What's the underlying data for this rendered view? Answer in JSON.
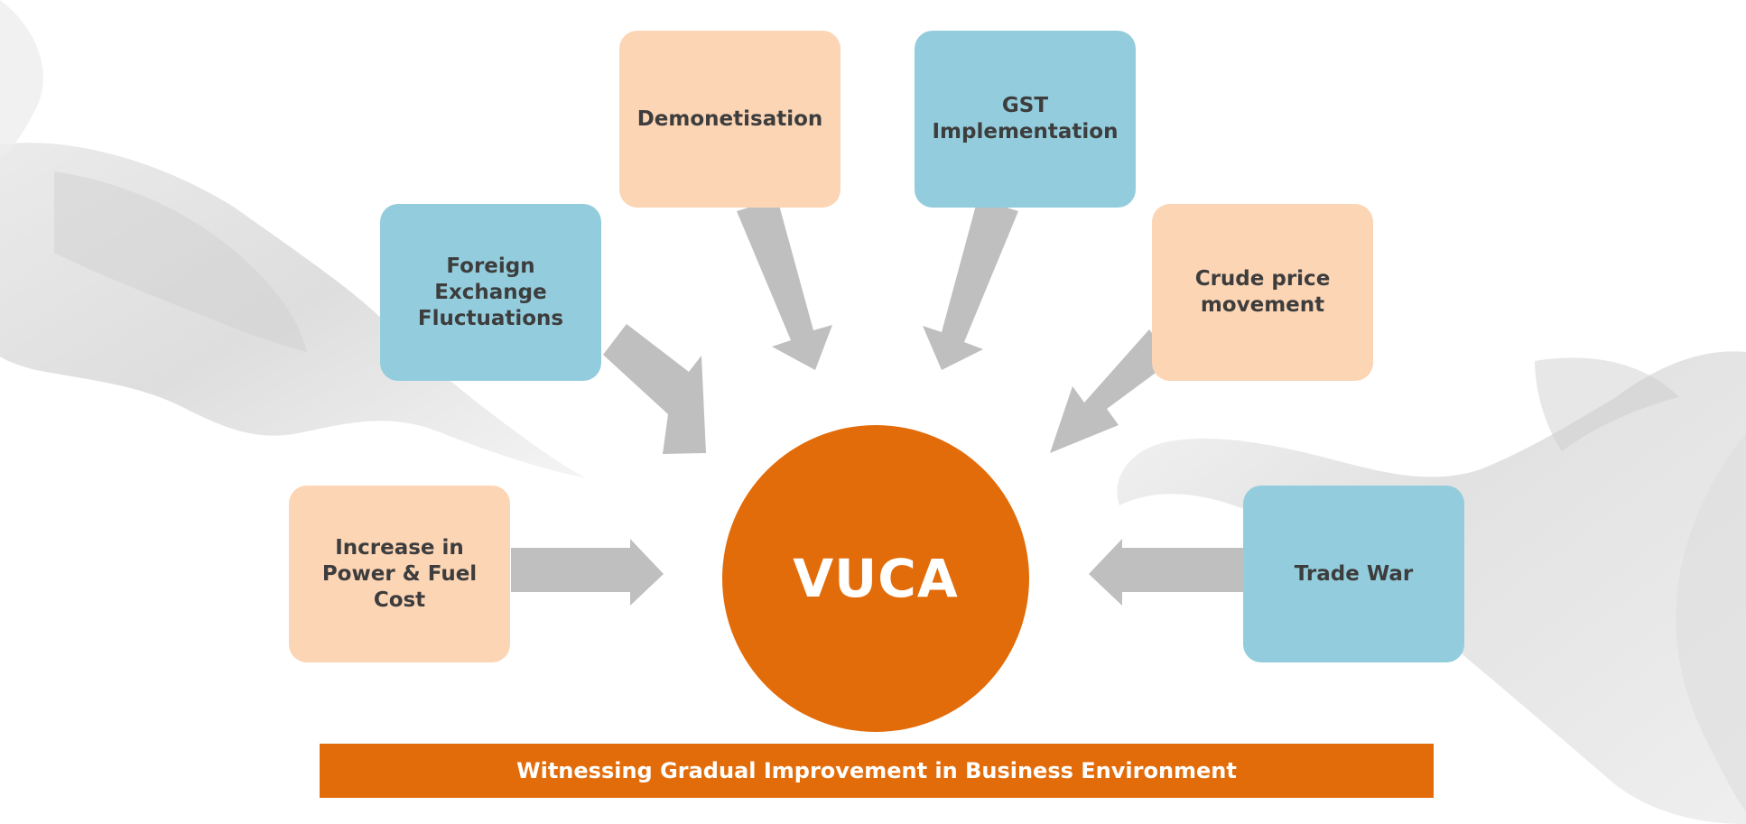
{
  "center": {
    "label": "VUCA"
  },
  "factors": {
    "demonetisation": "Demonetisation",
    "gst": "GST\nImplementation",
    "forex": "Foreign\nExchange\nFluctuations",
    "crude": "Crude price\nmovement",
    "power_fuel": "Increase in\nPower & Fuel\nCost",
    "trade_war": "Trade War"
  },
  "banner": {
    "text": "Witnessing Gradual Improvement in Business Environment"
  },
  "colors": {
    "peach_box": "#fcd5b5",
    "blue_box": "#93cddd",
    "accent_orange": "#e36c0a",
    "arrow_gray": "#bfbfbf"
  }
}
